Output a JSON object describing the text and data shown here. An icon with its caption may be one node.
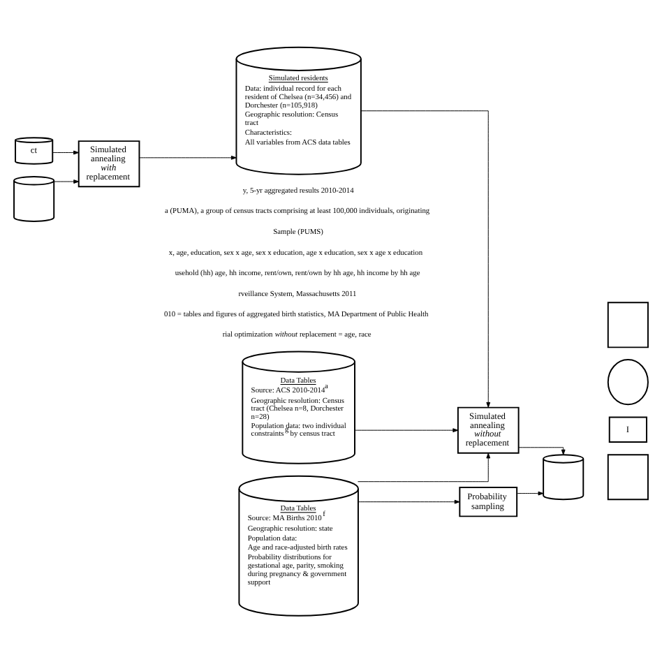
{
  "diagram": {
    "nodes": [
      {
        "text": [],
        "shape": "cylinder"
      },
      {
        "text": [
          "ct"
        ]
      },
      {
        "text": [
          "Simulated annealing *with* replacement"
        ]
      },
      {
        "text": [
          "Simulated residents",
          "Data: individual record for each resident of Chelsea (n=34,456) and Dorchester (n=105,918)",
          "Geographic resolution: Census tract",
          "Characteristics:",
          "All variables from ACS data tables"
        ]
      },
      {
        "text": [
          "Data Tables",
          "Source: ACS 2010-2014$^{a}$",
          "Geographic resolution: Census tract (Chelsea n=8, Dorchester n=28)",
          "Population data: two individual constraints$^{g}$ by census tract"
        ]
      },
      {
        "text": [
          "Data Tables",
          "Source: MA Births 2010$^{f}$",
          "Geographic resolution: state",
          "Population data:",
          "Age and race-adjusted birth rates",
          "Probability distributions for gestational age, parity, smoking during pregnancy & government support"
        ]
      },
      {
        "text": [
          "Simulated annealing *without* replacement"
        ]
      },
      {
        "text": [
          "Probability sampling"
        ]
      },
      {
        "text": [],
        "shape": "cylinder"
      },
      {
        "text": [],
        "shape": "box"
      },
      {
        "text": [
          "I"
        ]
      },
      {
        "text": [],
        "shape": "ellipse"
      },
      {
        "text": [],
        "shape": "box"
      }
    ],
    "edges": [
      {
        "from": 0,
        "to": 2,
        "arrow": "to"
      },
      {
        "from": 1,
        "to": 2,
        "arrow": "to"
      },
      {
        "from": 2,
        "to": 3,
        "arrow": "to"
      },
      {
        "from": 3,
        "to": 6,
        "arrow": "to"
      },
      {
        "from": 4,
        "to": 6,
        "arrow": "to"
      },
      {
        "from": 5,
        "to": 6,
        "arrow": "to"
      },
      {
        "from": 5,
        "to": 7,
        "arrow": "to"
      },
      {
        "from": 6,
        "to": 8,
        "arrow": "to"
      },
      {
        "from": 7,
        "to": 8,
        "arrow": "to"
      }
    ],
    "labels": [
      "y, 5-yr aggregated results 2010-2014",
      "a (PUMA), a group of census tracts comprising at least 100,000 individuals, originating",
      "Sample (PUMS)",
      "x, age, education, sex x age, sex x education, age x education, sex x age x education",
      "usehold (hh) age, hh income, rent/own, rent/own by hh age, hh income by hh age",
      "rveillance System, Massachusetts 2011",
      "010 = tables and figures of aggregated birth statistics, MA Department of Public Health",
      "rial optimization *without* replacement = age, race"
    ]
  }
}
